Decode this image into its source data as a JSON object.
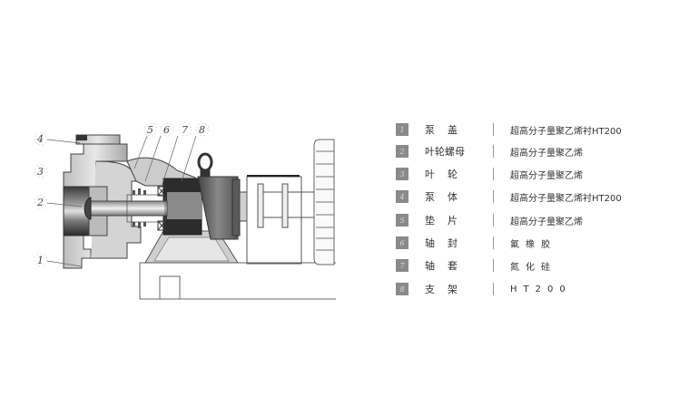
{
  "diagram": {
    "title": "",
    "callouts": [
      {
        "id": "4",
        "label": "4"
      },
      {
        "id": "3",
        "label": "3"
      },
      {
        "id": "2",
        "label": "2"
      },
      {
        "id": "1",
        "label": "1"
      },
      {
        "id": "5",
        "label": "5"
      },
      {
        "id": "6",
        "label": "6"
      },
      {
        "id": "7",
        "label": "7"
      },
      {
        "id": "8",
        "label": "8"
      }
    ]
  },
  "legend": {
    "rows": [
      {
        "num": "1",
        "name": "泵盖",
        "material": "超高分子量聚乙烯衬HT200"
      },
      {
        "num": "2",
        "name": "叶轮螺母",
        "material": "超高分子量聚乙烯"
      },
      {
        "num": "3",
        "name": "叶轮",
        "material": "超高分子量聚乙烯"
      },
      {
        "num": "4",
        "name": "泵体",
        "material": "超高分子量聚乙烯衬HT200"
      },
      {
        "num": "5",
        "name": "垫片",
        "material": "超高分子量聚乙烯"
      },
      {
        "num": "6",
        "name": "轴封",
        "material": "氟橡胶"
      },
      {
        "num": "7",
        "name": "轴套",
        "material": "氮化硅"
      },
      {
        "num": "8",
        "name": "支架",
        "material": "HT200"
      }
    ]
  },
  "colors": {
    "badge": "#8a8a8a",
    "line": "#555555",
    "dark_metal": "#2a2a2a"
  }
}
